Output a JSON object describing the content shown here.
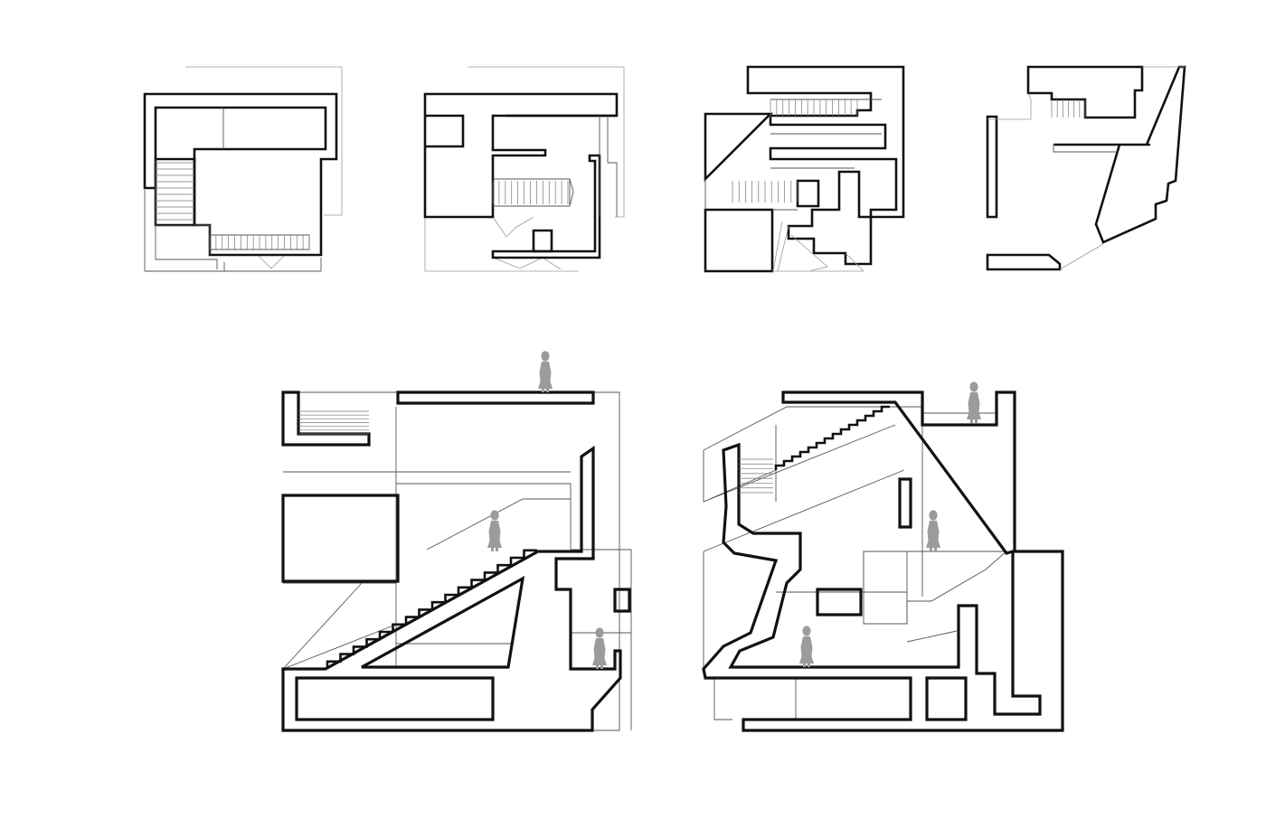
{
  "drawing": {
    "plans": [
      {
        "id": "plan-level-1"
      },
      {
        "id": "plan-level-2"
      },
      {
        "id": "plan-level-3"
      },
      {
        "id": "plan-level-4"
      }
    ],
    "sections": [
      {
        "id": "section-a",
        "people_count": 3
      },
      {
        "id": "section-b",
        "people_count": 3
      }
    ],
    "colors": {
      "ink": "#111111",
      "fine_line": "#555555",
      "human_figure": "#9b9b9b",
      "background": "#ffffff"
    }
  }
}
